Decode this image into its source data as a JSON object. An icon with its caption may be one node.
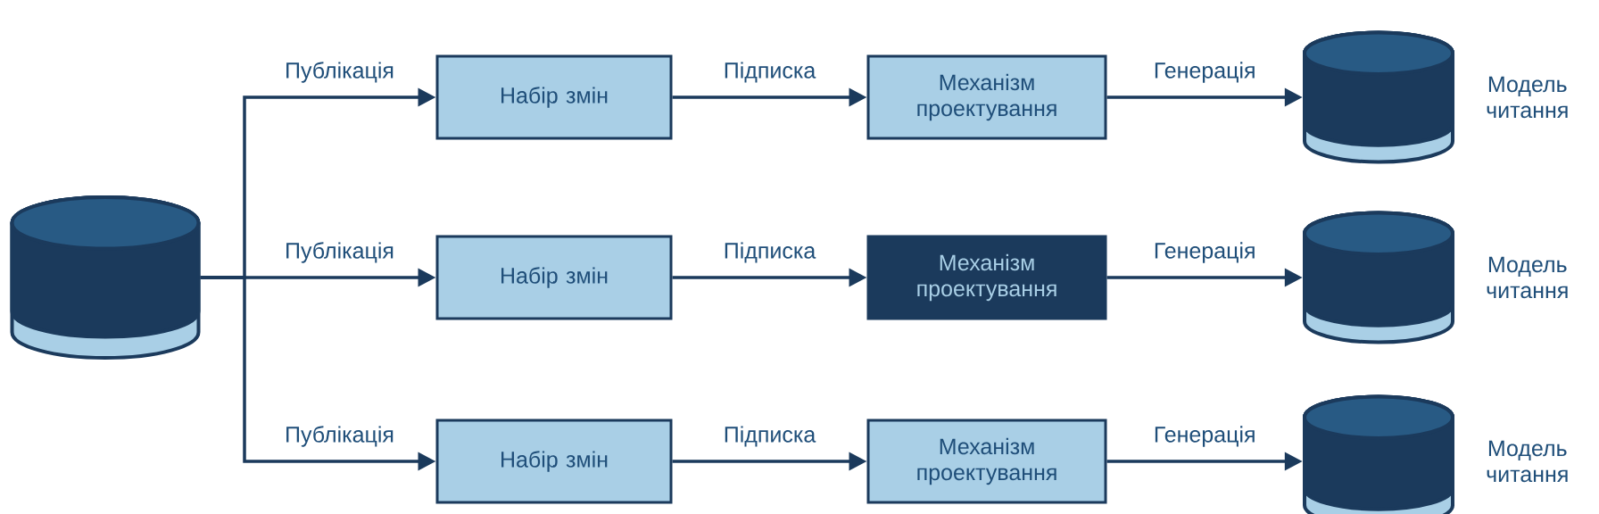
{
  "diagram": {
    "nodes": [
      {
        "text": [],
        "shape": "cylinder"
      },
      {
        "text": [
          "Набір змін"
        ]
      },
      {
        "text": [
          "Механізм проектування"
        ]
      },
      {
        "text": [],
        "shape": "cylinder",
        "beside": [
          "Модель читання"
        ]
      },
      {
        "text": [
          "Набір змін"
        ]
      },
      {
        "text": [
          "Механізм проектування"
        ]
      },
      {
        "text": [],
        "shape": "cylinder",
        "beside": [
          "Модель читання"
        ]
      },
      {
        "text": [
          "Набір змін"
        ]
      },
      {
        "text": [
          "Механізм проектування"
        ]
      },
      {
        "text": [],
        "shape": "cylinder",
        "beside": [
          "Модель читання"
        ]
      }
    ],
    "edges": [
      {
        "from": 0,
        "to": 1,
        "arrow": "to",
        "label": "Публікація"
      },
      {
        "from": 1,
        "to": 2,
        "arrow": "to",
        "label": "Підписка"
      },
      {
        "from": 2,
        "to": 3,
        "arrow": "to",
        "label": "Генерація"
      },
      {
        "from": 0,
        "to": 4,
        "arrow": "to",
        "label": "Публікація"
      },
      {
        "from": 4,
        "to": 5,
        "arrow": "to",
        "label": "Підписка"
      },
      {
        "from": 5,
        "to": 6,
        "arrow": "to",
        "label": "Генерація"
      },
      {
        "from": 0,
        "to": 7,
        "arrow": "to",
        "label": "Публікація"
      },
      {
        "from": 7,
        "to": 8,
        "arrow": "to",
        "label": "Підписка"
      },
      {
        "from": 8,
        "to": 9,
        "arrow": "to",
        "label": "Генерація"
      }
    ]
  }
}
